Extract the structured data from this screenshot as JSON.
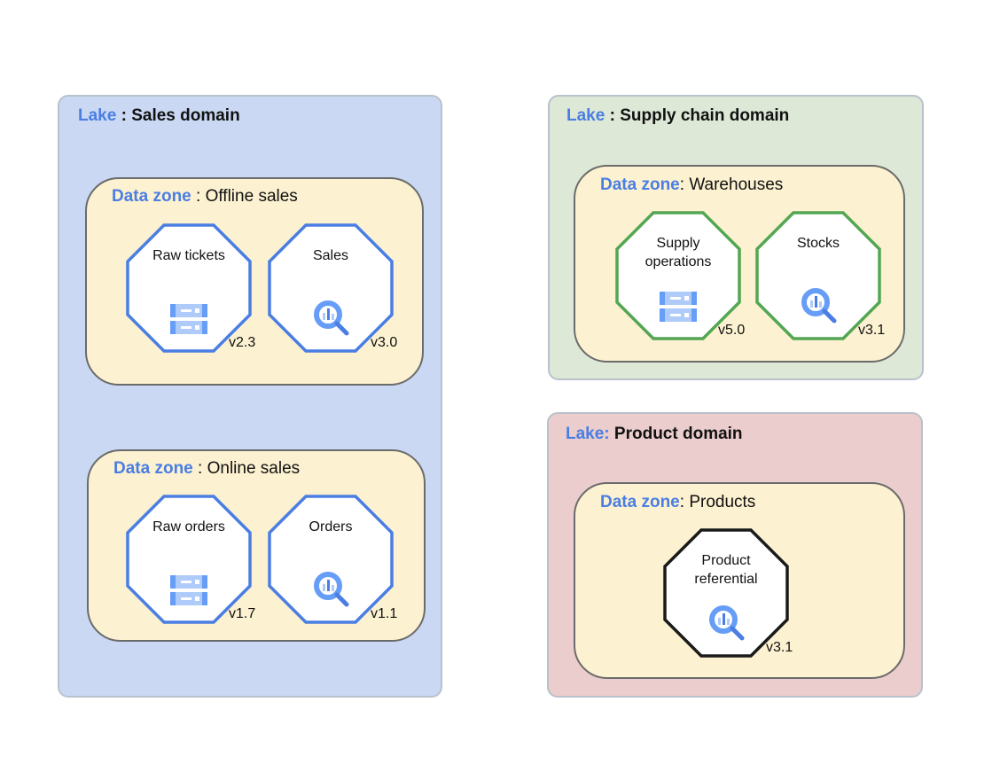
{
  "colors": {
    "blue": "#4a7ee3",
    "green": "#53a653",
    "black": "#1a1a1a",
    "lake_sales": "#cad8f3",
    "lake_supply": "#dde8d6",
    "lake_product": "#ebcdcd",
    "zone": "#fcf1d0"
  },
  "lakes": [
    {
      "keyword": "Lake",
      "sep": " : ",
      "name": "Sales domain",
      "zones": [
        {
          "keyword": "Data zone",
          "sep": " : ",
          "name": "Offline sales",
          "products": [
            {
              "label": "Raw tickets",
              "version": "v2.3",
              "icon": "storage-icon"
            },
            {
              "label": "Sales",
              "version": "v3.0",
              "icon": "bigquery-icon"
            }
          ]
        },
        {
          "keyword": "Data zone",
          "sep": " : ",
          "name": "Online sales",
          "products": [
            {
              "label": "Raw orders",
              "version": "v1.7",
              "icon": "storage-icon"
            },
            {
              "label": "Orders",
              "version": "v1.1",
              "icon": "bigquery-icon"
            }
          ]
        }
      ]
    },
    {
      "keyword": "Lake",
      "sep": " : ",
      "name": "Supply chain domain",
      "zones": [
        {
          "keyword": "Data zone",
          "sep": ": ",
          "name": "Warehouses",
          "products": [
            {
              "label": "Supply operations",
              "version": "v5.0",
              "icon": "storage-icon"
            },
            {
              "label": "Stocks",
              "version": "v3.1",
              "icon": "bigquery-icon"
            }
          ]
        }
      ]
    },
    {
      "keyword": "Lake:",
      "sep": " ",
      "name": "Product domain",
      "zones": [
        {
          "keyword": "Data zone",
          "sep": ": ",
          "name": "Products",
          "products": [
            {
              "label": "Product referential",
              "version": "v3.1",
              "icon": "bigquery-icon"
            }
          ]
        }
      ]
    }
  ]
}
